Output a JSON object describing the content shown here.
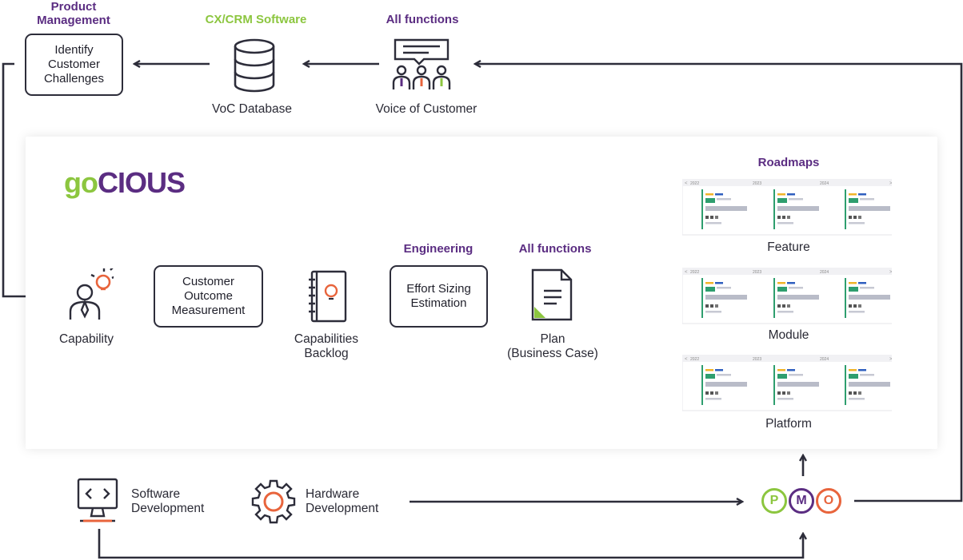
{
  "top": {
    "product_management_tag": "Product\nManagement",
    "identify_box": "Identify\nCustomer\nChallenges",
    "crm_tag": "CX/CRM  Software",
    "voc_db_label": "VoC Database",
    "all_functions_tag_top": "All functions",
    "voice_label": "Voice of Customer"
  },
  "logo": {
    "part1": "go",
    "part2": "CIOUS"
  },
  "flow": {
    "capability_label": "Capability",
    "cust_outcome_box": "Customer\nOutcome\nMeasurement",
    "backlog_label": "Capabilities\nBacklog",
    "engineering_tag": "Engineering",
    "effort_box": "Effort Sizing\nEstimation",
    "all_functions_tag_mid": "All functions",
    "plan_label": "Plan\n(Business Case)"
  },
  "roadmaps": {
    "title": "Roadmaps",
    "years": [
      "2022",
      "2023",
      "2024"
    ],
    "items": [
      {
        "label": "Feature"
      },
      {
        "label": "Module"
      },
      {
        "label": "Platform"
      }
    ]
  },
  "bottom": {
    "software_label": "Software\nDevelopment",
    "hardware_label": "Hardware\nDevelopment",
    "pmo": [
      "P",
      "M",
      "O"
    ]
  },
  "colors": {
    "purple": "#5b2d82",
    "green": "#8cc63f",
    "orange": "#e8643c",
    "dark": "#2d2d3a"
  }
}
